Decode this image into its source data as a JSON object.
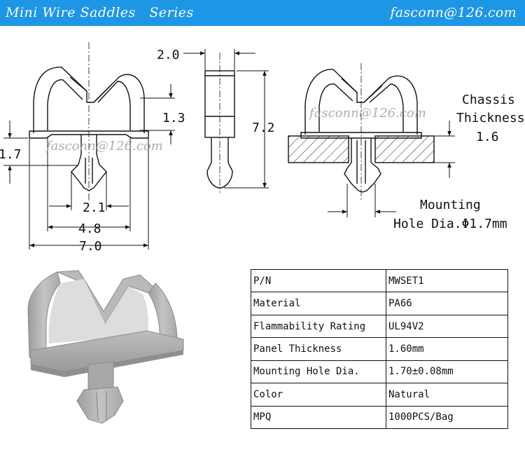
{
  "header": {
    "title": "Mini Wire Saddles   Series",
    "email": "fasconn@126.com",
    "bg_color": "#1e96e6"
  },
  "watermark": "fasconn@126.com",
  "drawing": {
    "dim_top_width": "2.0",
    "dim_height": "7.2",
    "dim_gap": "1.3",
    "dim_left": "1.7",
    "dim_21": "2.1",
    "dim_48": "4.8",
    "dim_70": "7.0",
    "chassis_label_1": "Chassis",
    "chassis_label_2": "Thickness",
    "chassis_value": "1.6",
    "mount_label_1": "Mounting",
    "mount_label_2": "Hole Dia.Φ1.7mm"
  },
  "specs": [
    {
      "label": "P/N",
      "value": "MWSET1"
    },
    {
      "label": "Material",
      "value": "PA66"
    },
    {
      "label": "Flammability Rating",
      "value": "UL94V2"
    },
    {
      "label": "Panel Thickness",
      "value": "1.60mm"
    },
    {
      "label": "Mounting Hole Dia.",
      "value": "1.70±0.08mm"
    },
    {
      "label": "Color",
      "value": "Natural"
    },
    {
      "label": "MPQ",
      "value": "1000PCS/Bag"
    }
  ]
}
